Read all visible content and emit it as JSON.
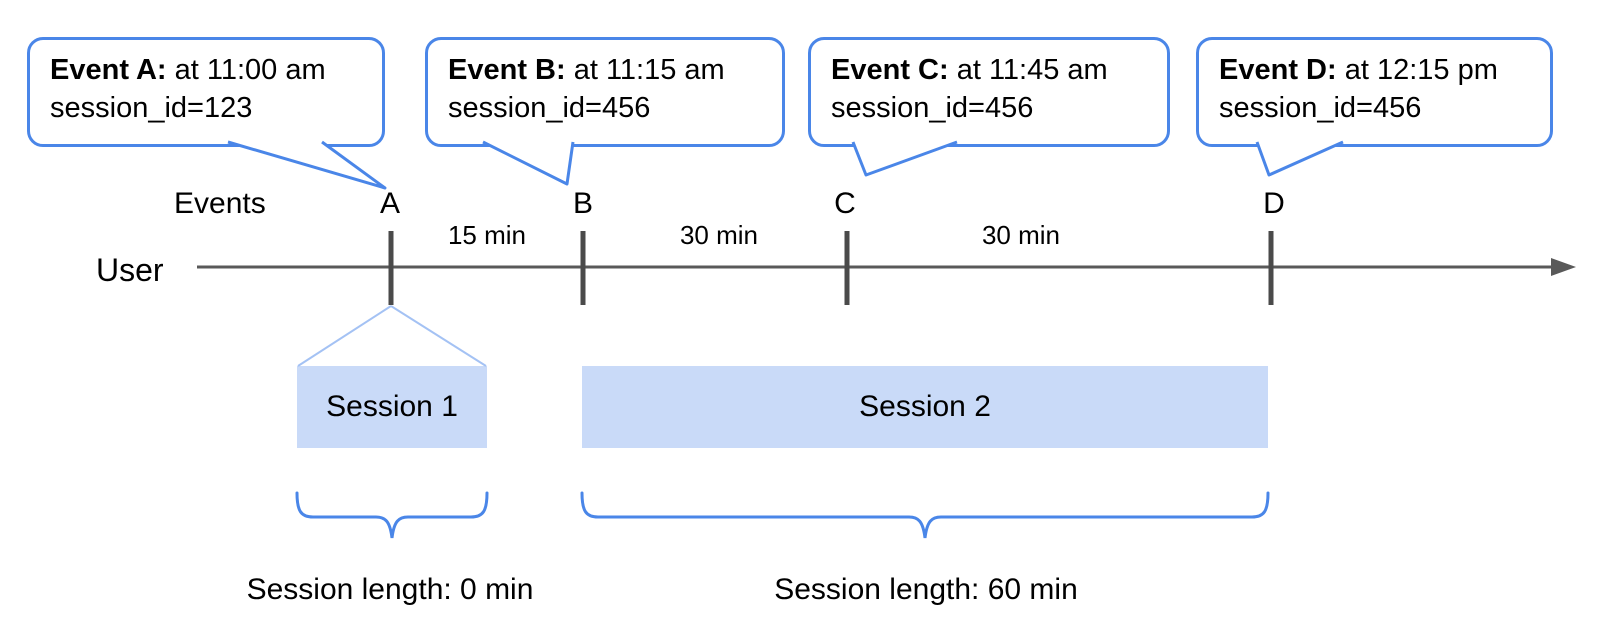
{
  "axis": {
    "events_label": "Events",
    "user_label": "User"
  },
  "events": [
    {
      "letter": "A",
      "callout_title": "Event A:",
      "callout_time": " at 11:00 am",
      "callout_session": "session_id=123"
    },
    {
      "letter": "B",
      "callout_title": "Event B:",
      "callout_time": " at 11:15 am",
      "callout_session": "session_id=456"
    },
    {
      "letter": "C",
      "callout_title": "Event C:",
      "callout_time": " at 11:45 am",
      "callout_session": "session_id=456"
    },
    {
      "letter": "D",
      "callout_title": "Event D:",
      "callout_time": " at 12:15 pm",
      "callout_session": "session_id=456"
    }
  ],
  "intervals": [
    {
      "label": "15 min"
    },
    {
      "label": "30 min"
    },
    {
      "label": "30 min"
    }
  ],
  "sessions": [
    {
      "label": "Session 1",
      "length_label": "Session length: 0 min"
    },
    {
      "label": "Session 2",
      "length_label": "Session length: 60 min"
    }
  ],
  "colors": {
    "callout_border": "#4a86e8",
    "session_fill": "#c9daf8",
    "funnel_line": "#a4c2f4",
    "timeline_gray": "#595959",
    "tick_gray": "#4a4a4a",
    "text": "#000000"
  }
}
